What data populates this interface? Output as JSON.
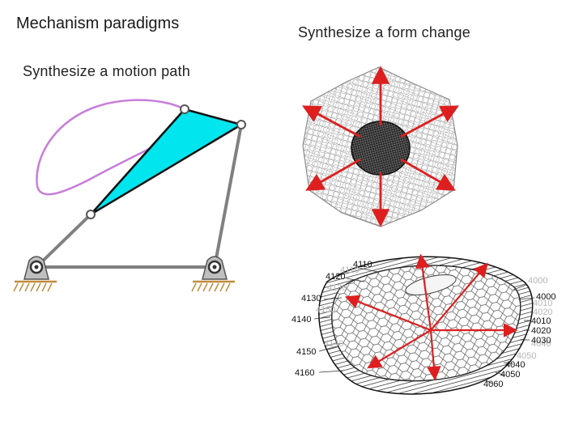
{
  "title": "Mechanism paradigms",
  "motion_section": {
    "label": "Synthesize a motion path"
  },
  "form_section": {
    "label": "Synthesize a form change"
  },
  "colors": {
    "coupler_fill": "#00e5ee",
    "path_curve": "#c77ddb",
    "link": "#808080",
    "arrow": "#dd1f1f",
    "mesh": "#8a8a8a"
  },
  "shell_callouts": {
    "left": [
      "4110",
      "4120",
      "4130",
      "4140",
      "4150",
      "4160"
    ],
    "left_ghost": [
      "4110",
      "4130",
      "4150",
      "4140"
    ],
    "right": [
      "4000",
      "4000",
      "4010",
      "4020",
      "4030",
      "4040",
      "4050",
      "4060"
    ],
    "right_ghost": [
      "4010",
      "4020",
      "4040",
      "4050"
    ]
  }
}
